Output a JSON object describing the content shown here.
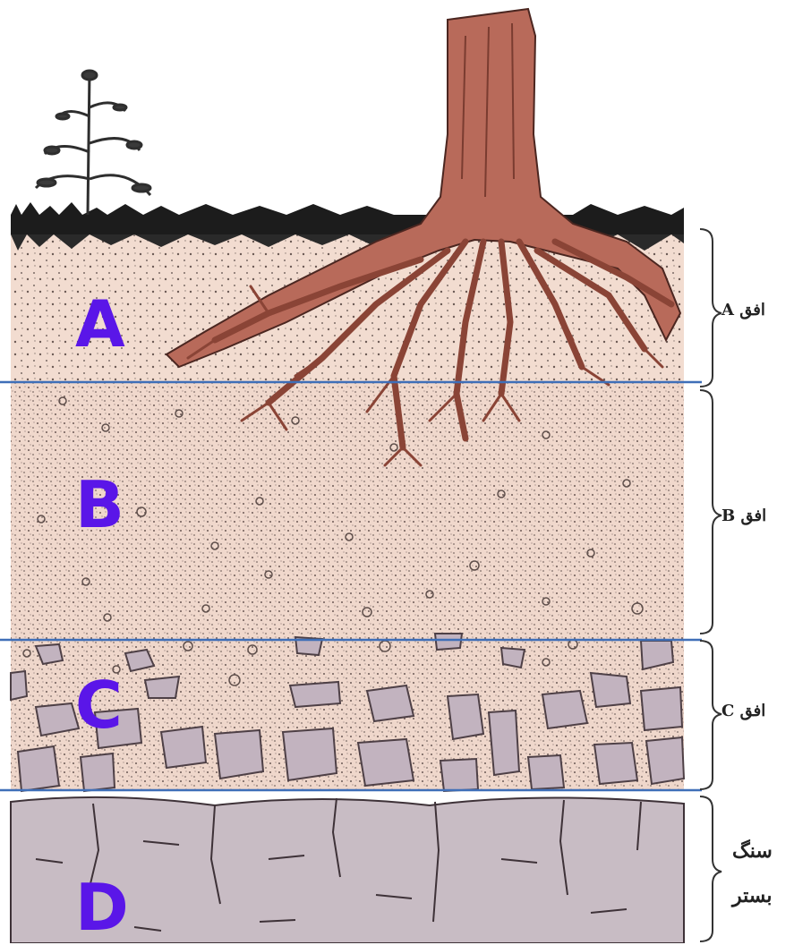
{
  "horizons": [
    {
      "letter": "A",
      "label": "افق A"
    },
    {
      "letter": "B",
      "label": "افق B"
    },
    {
      "letter": "C",
      "label": "افق C"
    },
    {
      "letter": "D",
      "label_line1": "سنگ",
      "label_line2": "بستر"
    }
  ],
  "colors": {
    "letter": "#5a16e8",
    "divider_line": "#3f6fb8",
    "soil": "#f2dcd0",
    "bedrock": "#c8bcc4",
    "pebble": "#bfb0bd",
    "trunk": "#b86a5a",
    "grass": "#1c1c1c"
  }
}
